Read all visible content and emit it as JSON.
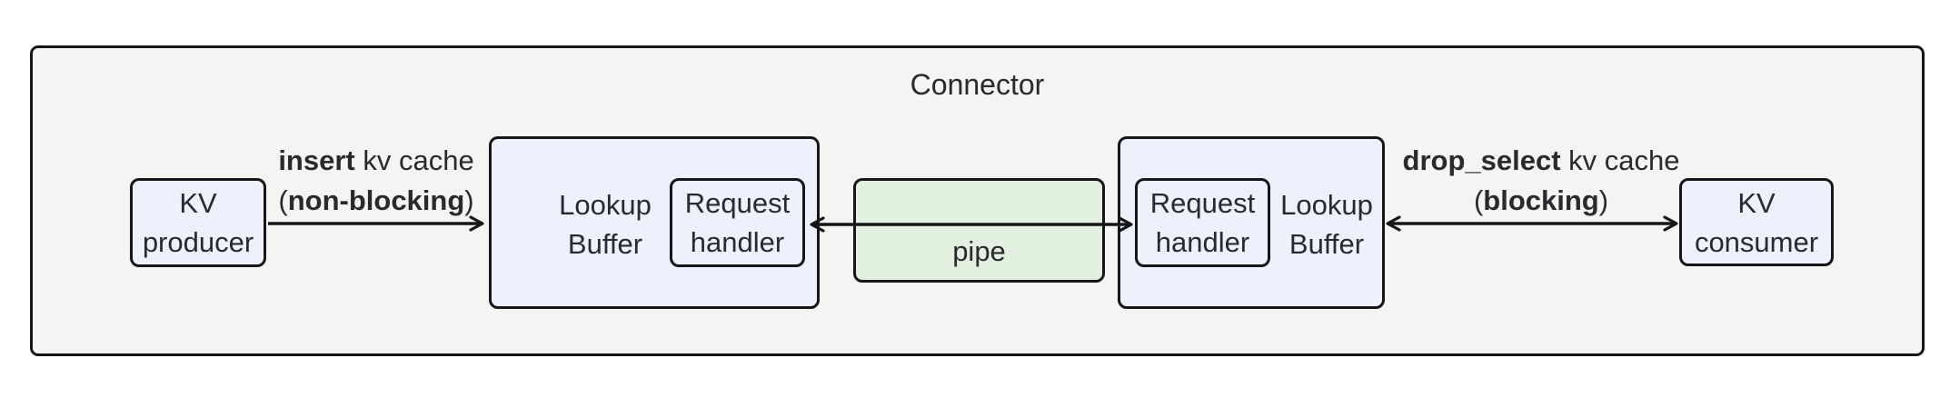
{
  "title": "Connector",
  "nodes": {
    "kv_producer": "KV producer",
    "lookup_buffer_left": "Lookup Buffer",
    "request_handler_left": "Request handler",
    "pipe": "pipe",
    "request_handler_right": "Request handler",
    "lookup_buffer_right": "Lookup Buffer",
    "kv_consumer": "KV consumer"
  },
  "edge_labels": {
    "insert": {
      "line1_bold": "insert",
      "line1_rest": " kv cache",
      "line2_open": "(",
      "line2_bold": "non-blocking",
      "line2_close": ")"
    },
    "drop_select": {
      "line1_bold": "drop_select",
      "line1_rest": " kv cache",
      "line2_open": "(",
      "line2_bold": "blocking",
      "line2_close": ")"
    }
  },
  "colors": {
    "container_fill": "#f4f4f3",
    "node_fill": "#edf1fb",
    "pipe_fill": "#e2f0e0",
    "border": "#161619",
    "text": "#2a2a2e",
    "background": "#ffffff"
  }
}
